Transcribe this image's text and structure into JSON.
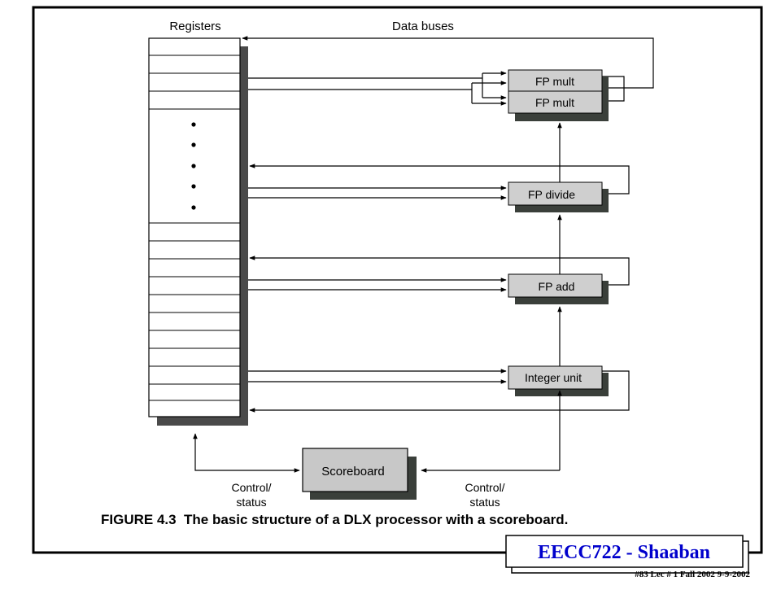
{
  "figure": {
    "registers_label": "Registers",
    "data_buses_label": "Data buses",
    "units": {
      "fp_mult_1": "FP mult",
      "fp_mult_2": "FP mult",
      "fp_divide": "FP divide",
      "fp_add": "FP add",
      "integer_unit": "Integer unit"
    },
    "scoreboard_label": "Scoreboard",
    "control_status_left": [
      "Control/",
      "status"
    ],
    "control_status_right": [
      "Control/",
      "status"
    ],
    "caption": "FIGURE 4.3  The basic structure of a DLX processor with a scoreboard."
  },
  "badge": {
    "text": "EECC722 - Shaaban"
  },
  "footer": {
    "text": "#83   Lec # 1   Fall 2002  9-9-2002"
  },
  "colors": {
    "unit_fill": "#cfcfcf",
    "unit_shadow": "#3a3f3a",
    "scoreboard_fill": "#c8c8c8",
    "badge_text": "#0000cc",
    "line": "#000000"
  }
}
